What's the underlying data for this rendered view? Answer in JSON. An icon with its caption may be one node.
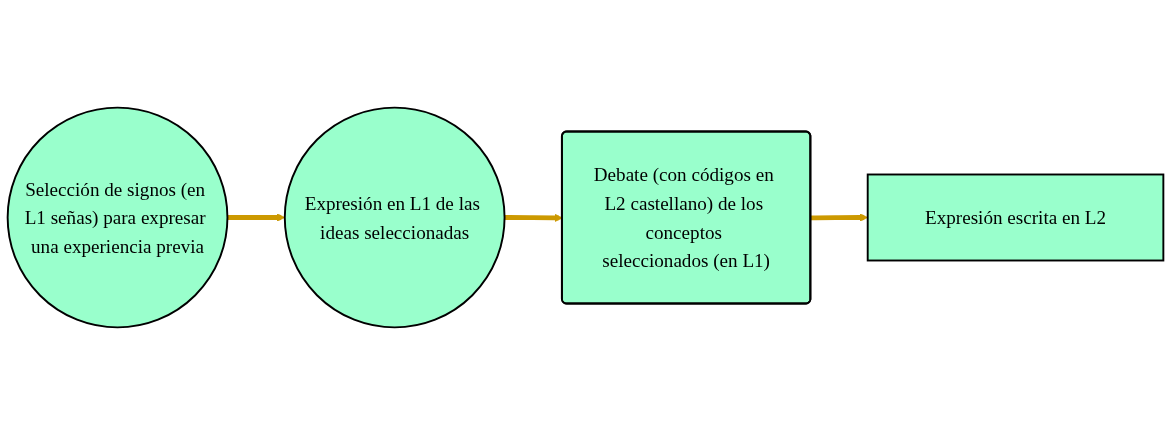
{
  "diagram": {
    "nodes": [
      {
        "text": [
          "Selección de signos (en L1 señas) para expresar una experiencia previa"
        ]
      },
      {
        "text": [
          "Expresión en L1 de las ideas seleccionadas"
        ]
      },
      {
        "text": [
          "Debate (con códigos en L2 castellano) de los conceptos seleccionados (en L1)"
        ]
      },
      {
        "text": [
          "Expresión escrita en L2"
        ]
      }
    ],
    "edges": [
      {
        "from": 0,
        "to": 1,
        "arrow": "to"
      },
      {
        "from": 1,
        "to": 2,
        "arrow": "to"
      },
      {
        "from": 2,
        "to": 3,
        "arrow": "to"
      }
    ]
  }
}
